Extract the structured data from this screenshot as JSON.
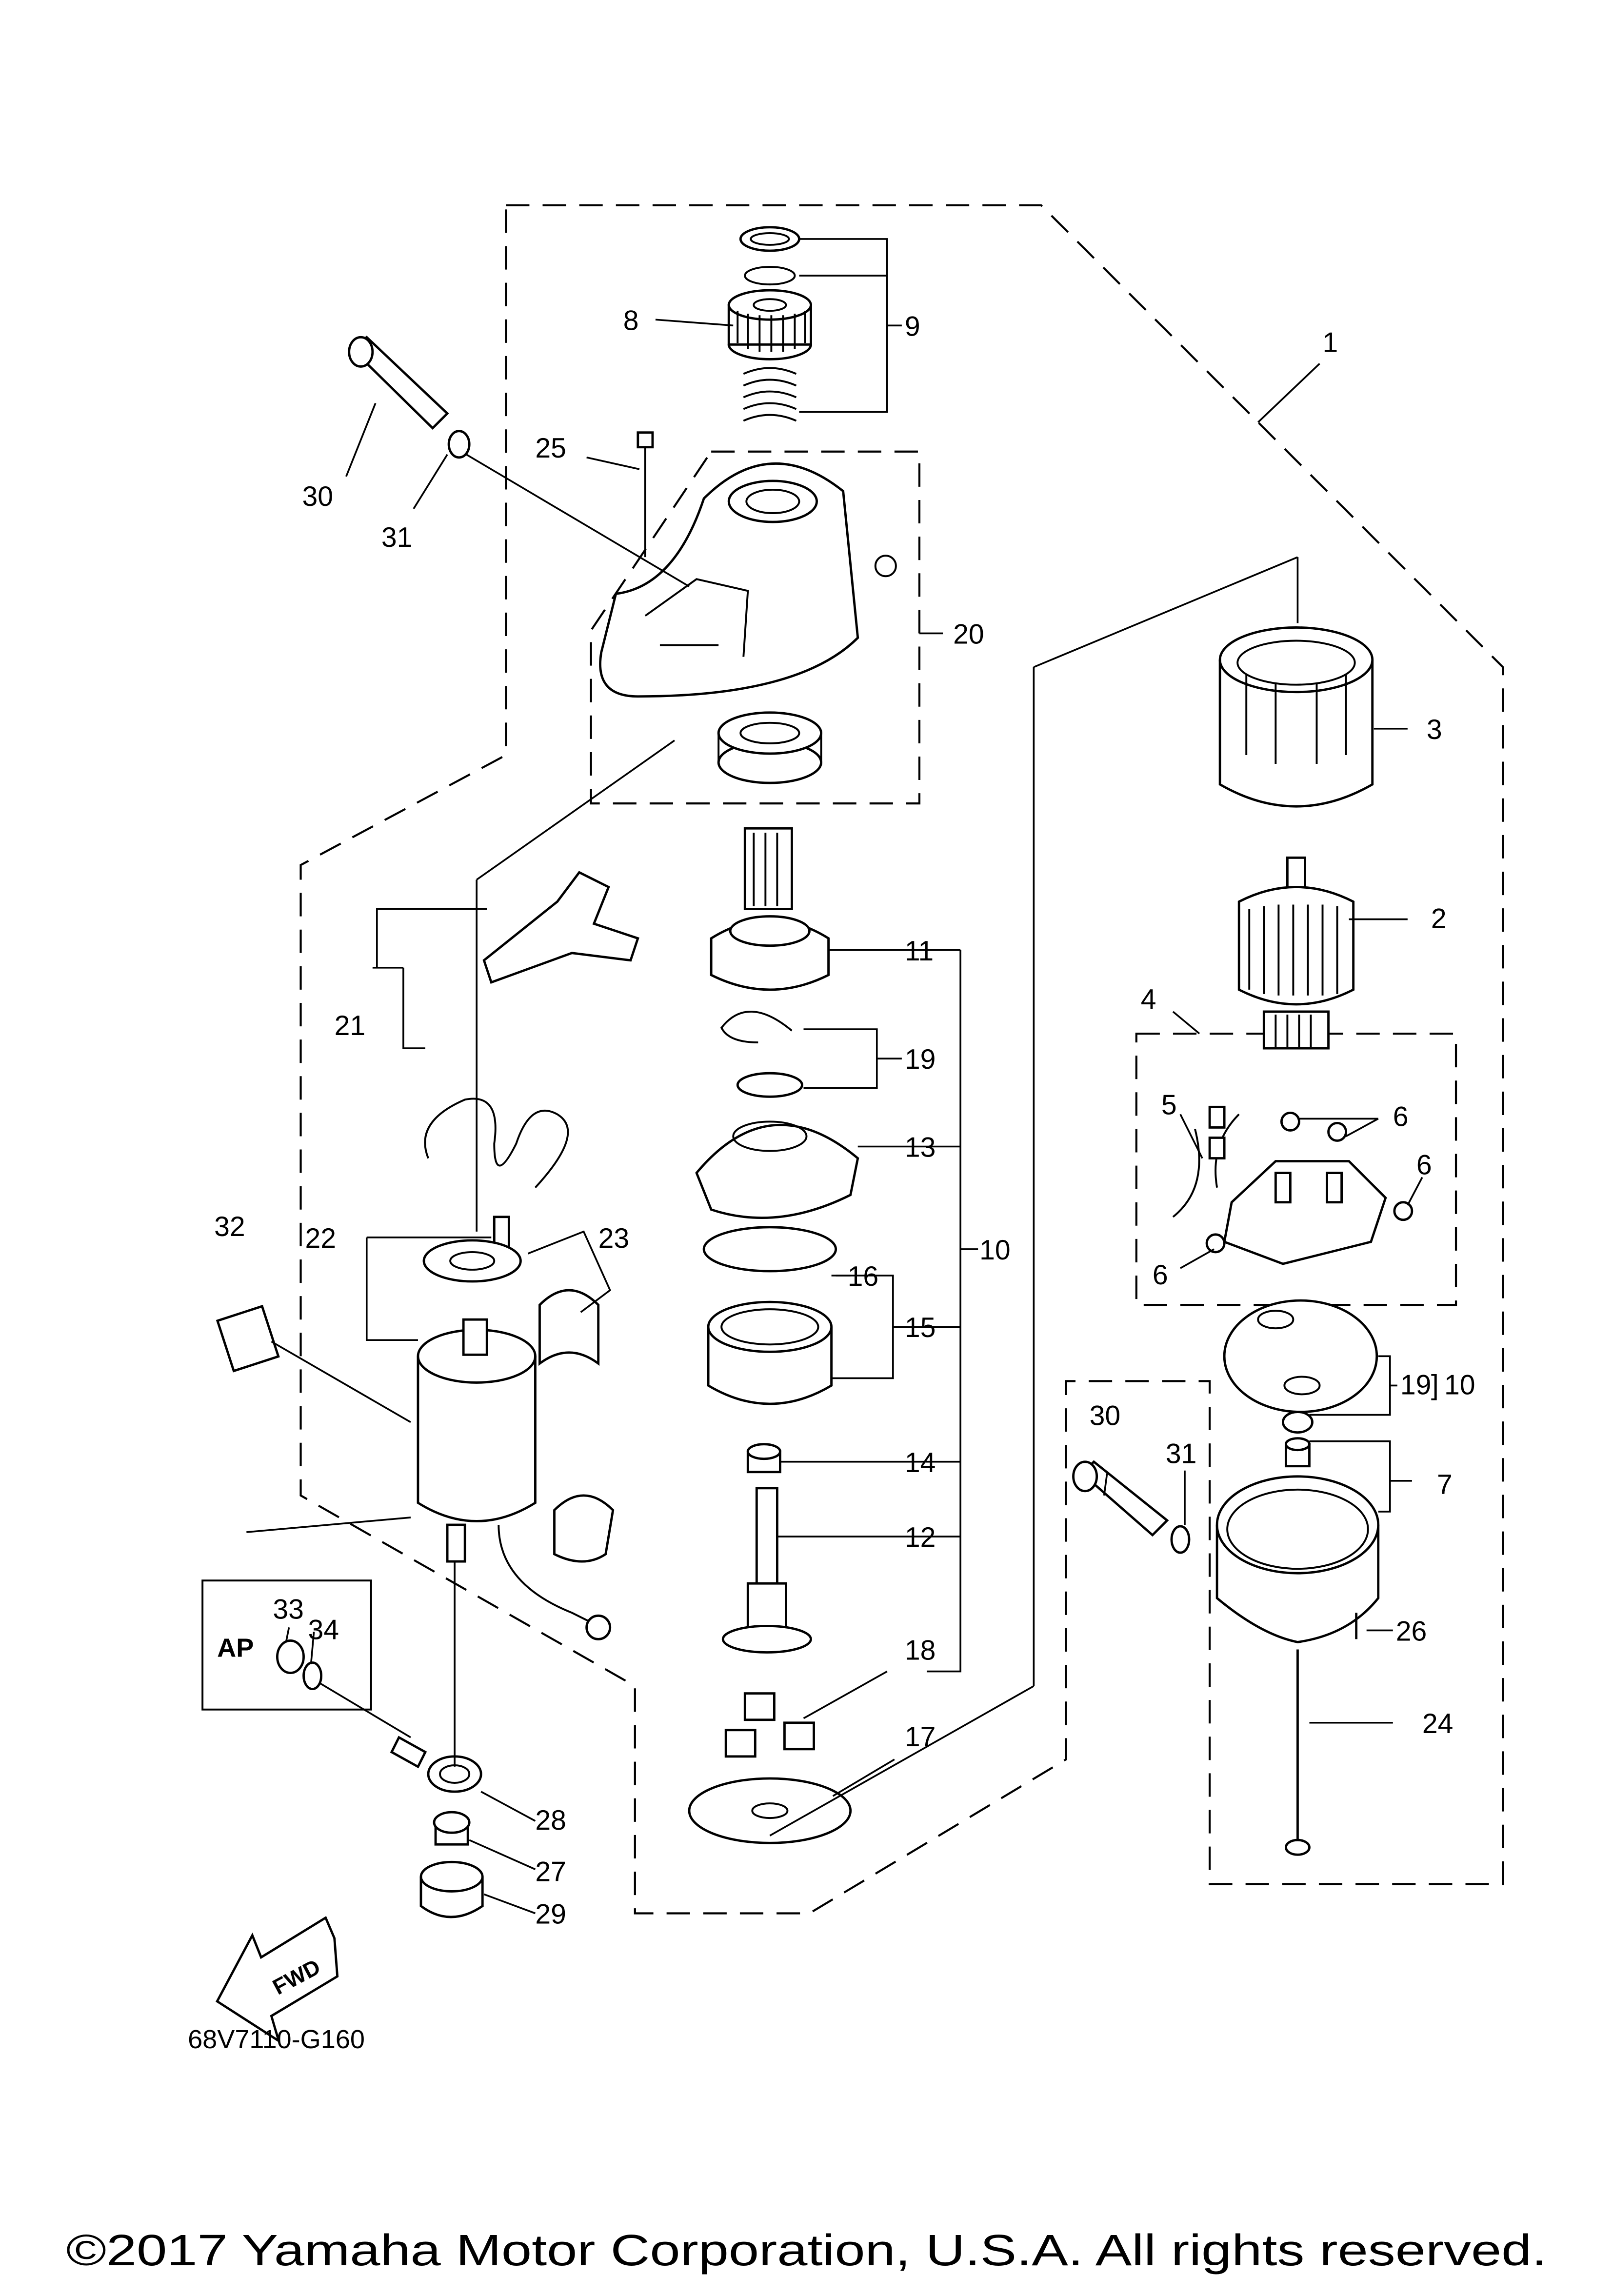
{
  "diagram": {
    "title": "Starting Motor exploded parts diagram",
    "drawing_code": "68V7110-G160",
    "copyright": "©2017 Yamaha Motor Corporation, U.S.A. All rights reserved.",
    "ap_box_label": "AP",
    "direction_arrow_label": "FWD",
    "callouts": {
      "c1": "1",
      "c2": "2",
      "c3": "3",
      "c4": "4",
      "c5": "5",
      "c6a": "6",
      "c6b": "6",
      "c6c": "6",
      "c7": "7",
      "c8": "8",
      "c9": "9",
      "c10a": "10",
      "c10b": "10",
      "c11": "11",
      "c12": "12",
      "c13": "13",
      "c14": "14",
      "c15": "15",
      "c16": "16",
      "c17": "17",
      "c18": "18",
      "c19a": "19",
      "c19b": "19",
      "c20": "20",
      "c21": "21",
      "c22": "22",
      "c23": "23",
      "c24": "24",
      "c25": "25",
      "c26": "26",
      "c27": "27",
      "c28": "28",
      "c29": "29",
      "c30a": "30",
      "c30b": "30",
      "c31a": "31",
      "c31b": "31",
      "c32": "32",
      "c33": "33",
      "c34": "34"
    }
  }
}
